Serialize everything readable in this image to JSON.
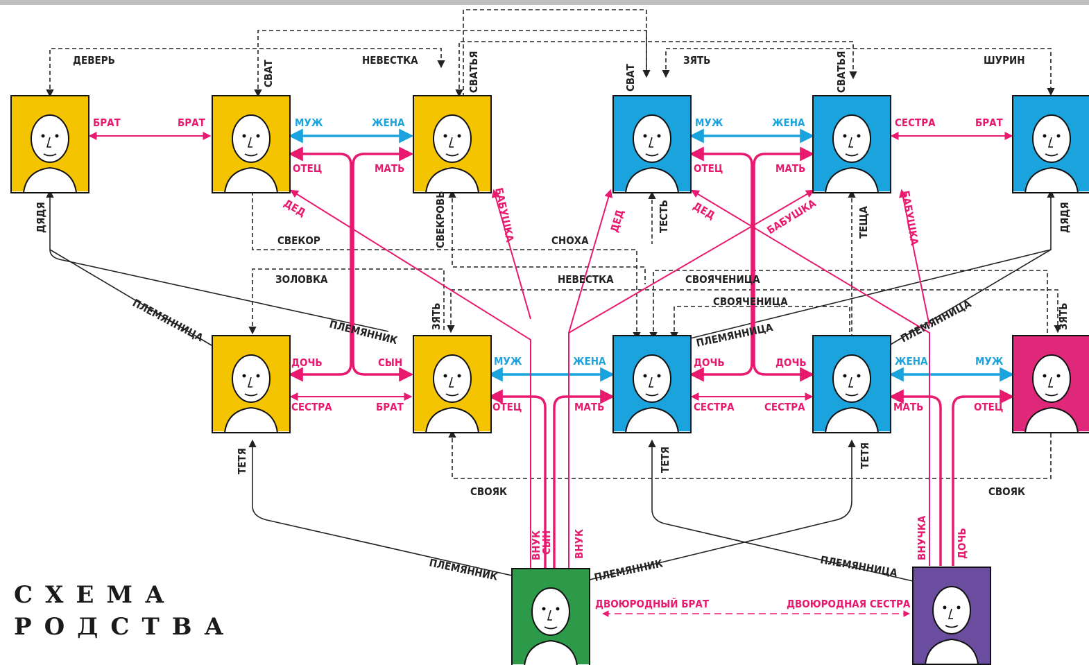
{
  "title": {
    "line1": "СХЕМА",
    "line2": "РОДСТВА"
  },
  "colors": {
    "kin": "#e8196e",
    "marriage": "#1aa3dc",
    "inlaw": "#222222",
    "yellow": "#f5c400",
    "blue": "#1aa3dc",
    "green": "#2d9a4a",
    "purple": "#6a4d9e",
    "magenta": "#e0287a"
  },
  "people": [
    {
      "id": "p1",
      "color": "yellow",
      "icon": "old-man-mustache-portrait"
    },
    {
      "id": "p2",
      "color": "yellow",
      "icon": "grandfather-portrait"
    },
    {
      "id": "p3",
      "color": "yellow",
      "icon": "grandmother-portrait"
    },
    {
      "id": "p4",
      "color": "blue",
      "icon": "grandfather-glasses-portrait"
    },
    {
      "id": "p5",
      "color": "blue",
      "icon": "grandmother-portrait"
    },
    {
      "id": "p6",
      "color": "blue",
      "icon": "young-man-portrait"
    },
    {
      "id": "p7",
      "color": "yellow",
      "icon": "young-woman-portrait"
    },
    {
      "id": "p8",
      "color": "yellow",
      "icon": "father-portrait"
    },
    {
      "id": "p9",
      "color": "blue",
      "icon": "mother-portrait"
    },
    {
      "id": "p10",
      "color": "blue",
      "icon": "aunt-portrait"
    },
    {
      "id": "p11",
      "color": "magenta",
      "icon": "uncle-glasses-portrait"
    },
    {
      "id": "p12",
      "color": "green",
      "icon": "boy-portrait"
    },
    {
      "id": "p13",
      "color": "purple",
      "icon": "girl-portrait"
    }
  ],
  "labels": {
    "dever": "ДЕВЕРЬ",
    "nevestka_top": "НЕВЕСТКА",
    "zyat_top": "ЗЯТЬ",
    "shurin": "ШУРИН",
    "svat_1": "СВАТ",
    "svatya_1": "СВАТЬЯ",
    "svat_2": "СВАТ",
    "svatya_2": "СВАТЬЯ",
    "brat_l": "БРАТ",
    "brat_r": "БРАТ",
    "muzh_1": "МУЖ",
    "zhena_1": "ЖЕНА",
    "muzh_2": "МУЖ",
    "zhena_2": "ЖЕНА",
    "sestra_1": "СЕСТРА",
    "brat_2": "БРАТ",
    "otec_1": "ОТЕЦ",
    "mat_1": "МАТЬ",
    "otec_2": "ОТЕЦ",
    "mat_2": "МАТЬ",
    "ded_1": "ДЕД",
    "babushka_1": "БАБУШКА",
    "ded_2": "ДЕД",
    "ded_3": "ДЕД",
    "babushka_2": "БАБУШКА",
    "babushka_3": "БАБУШКА",
    "dyadya_l": "ДЯДЯ",
    "dyadya_r": "ДЯДЯ",
    "svekor": "СВЕКОР",
    "svekrov": "СВЕКРОВЬ",
    "snokha": "СНОХА",
    "zolovka": "ЗОЛОВКА",
    "nevestka_mid": "НЕВЕСТКА",
    "svoyachenitsa_1": "СВОЯЧЕНИЦА",
    "svoyachenitsa_2": "СВОЯЧЕНИЦА",
    "test": "ТЕСТЬ",
    "teshcha": "ТЕЩА",
    "plemyannitsa_1": "ПЛЕМЯННИЦА",
    "plemyannik_1": "ПЛЕМЯННИК",
    "plemyannitsa_2": "ПЛЕМЯННИЦА",
    "plemyannitsa_3": "ПЛЕМЯННИЦА",
    "zyat_mid": "ЗЯТЬ",
    "zyat_right": "ЗЯТЬ",
    "doch_1": "ДОЧЬ",
    "syn_1": "СЫН",
    "sestra_2": "СЕСТРА",
    "brat_3": "БРАТ",
    "muzh_3": "МУЖ",
    "zhena_3": "ЖЕНА",
    "doch_2": "ДОЧЬ",
    "doch_3": "ДОЧЬ",
    "zhena_4": "ЖЕНА",
    "muzh_4": "МУЖ",
    "otec_3": "ОТЕЦ",
    "mat_3": "МАТЬ",
    "sestra_3": "СЕСТРА",
    "sestra_4": "СЕСТРА",
    "mat_4": "МАТЬ",
    "otec_4": "ОТЕЦ",
    "tetya_1": "ТЕТЯ",
    "tetya_2": "ТЕТЯ",
    "tetya_3": "ТЕТЯ",
    "svoyak_1": "СВОЯК",
    "svoyak_2": "СВОЯК",
    "vnuk_1": "ВНУК",
    "syn_2": "СЫН",
    "vnuk_2": "ВНУК",
    "vnuchka": "ВНУЧКА",
    "doch_4": "ДОЧЬ",
    "plemyannik_2": "ПЛЕМЯННИК",
    "plemyannik_3": "ПЛЕМЯННИК",
    "plemyannitsa_4": "ПЛЕМЯННИЦА",
    "dvoyurodny_brat": "ДВОЮРОДНЫЙ БРАТ",
    "dvoyurodnaya_sestra": "ДВОЮРОДНАЯ СЕСТРА"
  }
}
